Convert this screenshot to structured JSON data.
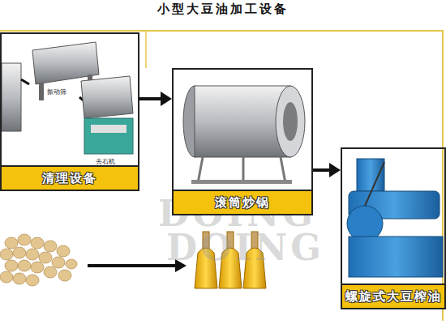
{
  "diagram": {
    "title": "小型大豆油加工设备",
    "nodes": [
      {
        "text": [
          "清理设备"
        ]
      },
      {
        "text": [
          "滚筒炒锅"
        ]
      },
      {
        "text": [
          "螺旋式大豆榨油"
        ]
      }
    ],
    "edges": [
      {
        "from": 0,
        "to": 1,
        "arrow": "to"
      },
      {
        "from": 1,
        "to": 2,
        "arrow": "to"
      }
    ],
    "labels": [
      "振动筛",
      "去石机",
      "DOING",
      "DOING"
    ]
  }
}
